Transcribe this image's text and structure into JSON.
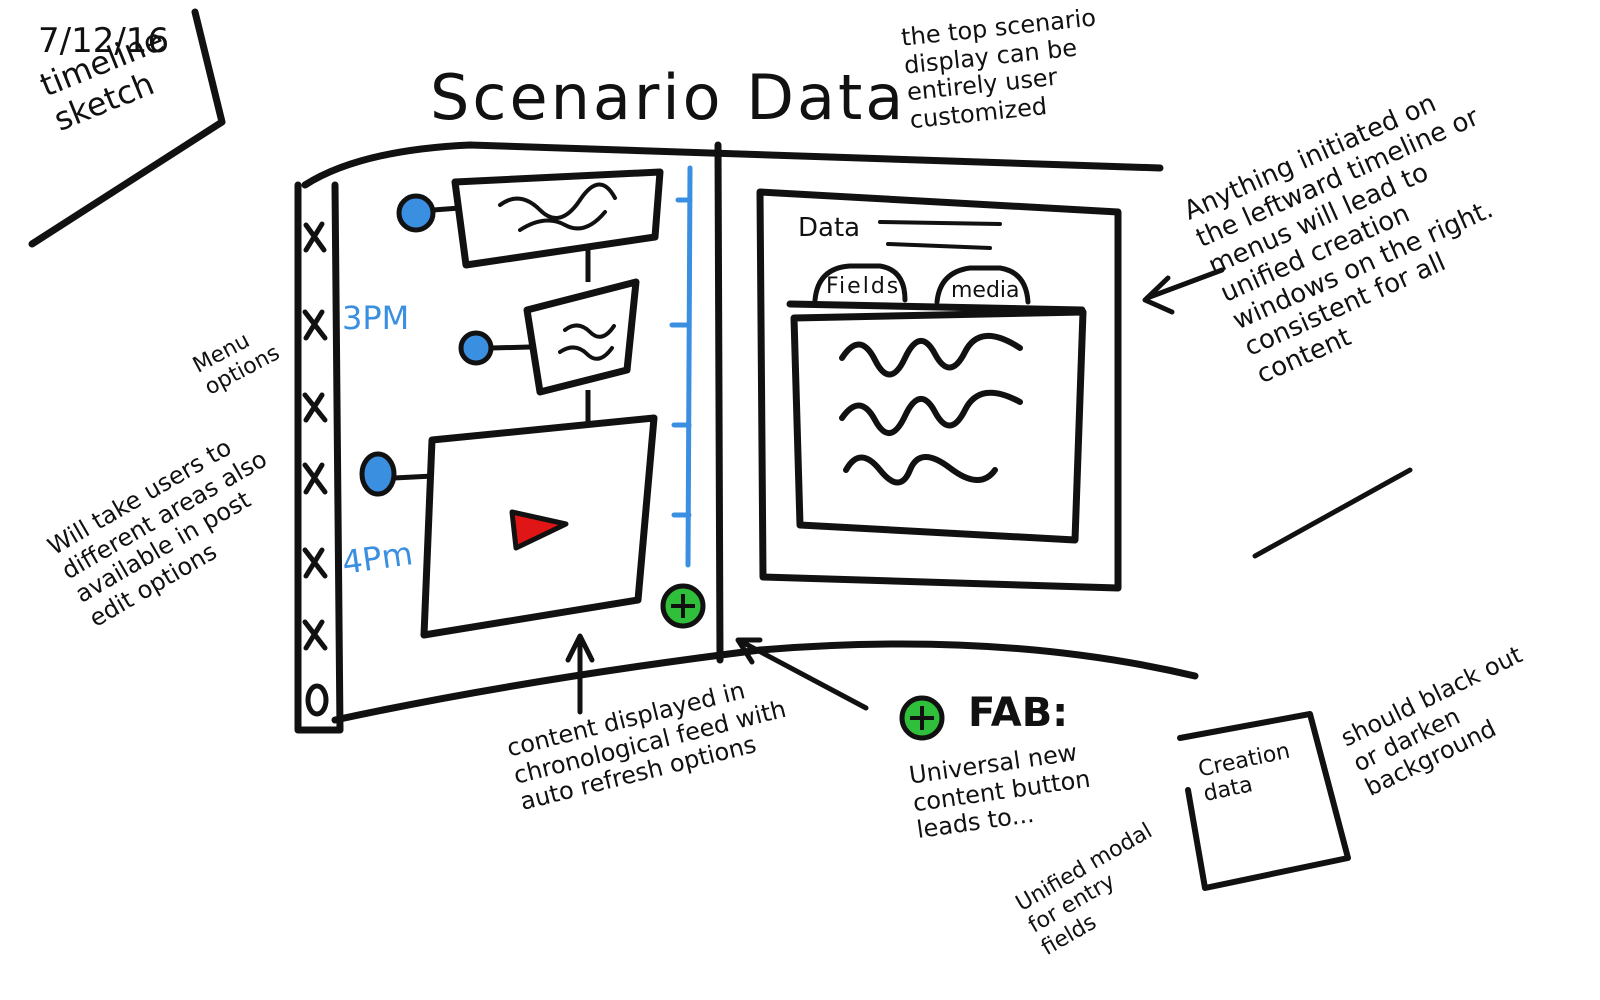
{
  "sketch": {
    "date": "7/12/16",
    "label": "timeline sketch"
  },
  "title": "Scenario Data",
  "annotations": {
    "top_scenario_note": "the top scenario display can be entirely user customized",
    "menu_options": "Menu options",
    "menu_description": "Will take users to different areas also available in post edit options",
    "right_panel_note": "Anything initiated on the leftward timeline or menus will lead to unified creation windows on the right. consistent for all content",
    "feed_note": "content displayed in chronological feed with auto refresh options",
    "fab_title": "FAB:",
    "fab_description": "Universal new content button leads to...",
    "modal_label": "Creation data",
    "blackout_note": "should black out or darken background",
    "modal_note": "Unified modal for entry fields"
  },
  "timeline": {
    "times": [
      "3PM",
      "4Pm"
    ]
  },
  "detail_panel": {
    "data_label": "Data",
    "tabs": [
      "Fields",
      "media"
    ]
  },
  "colors": {
    "ink": "#111111",
    "timeline_blue": "#3a8fe0",
    "fab_green": "#2fbf3a",
    "play_red": "#e01515"
  },
  "icons": {
    "fab": "plus-circle-icon",
    "play": "play-icon",
    "menu_item": "x-mark-icon"
  }
}
